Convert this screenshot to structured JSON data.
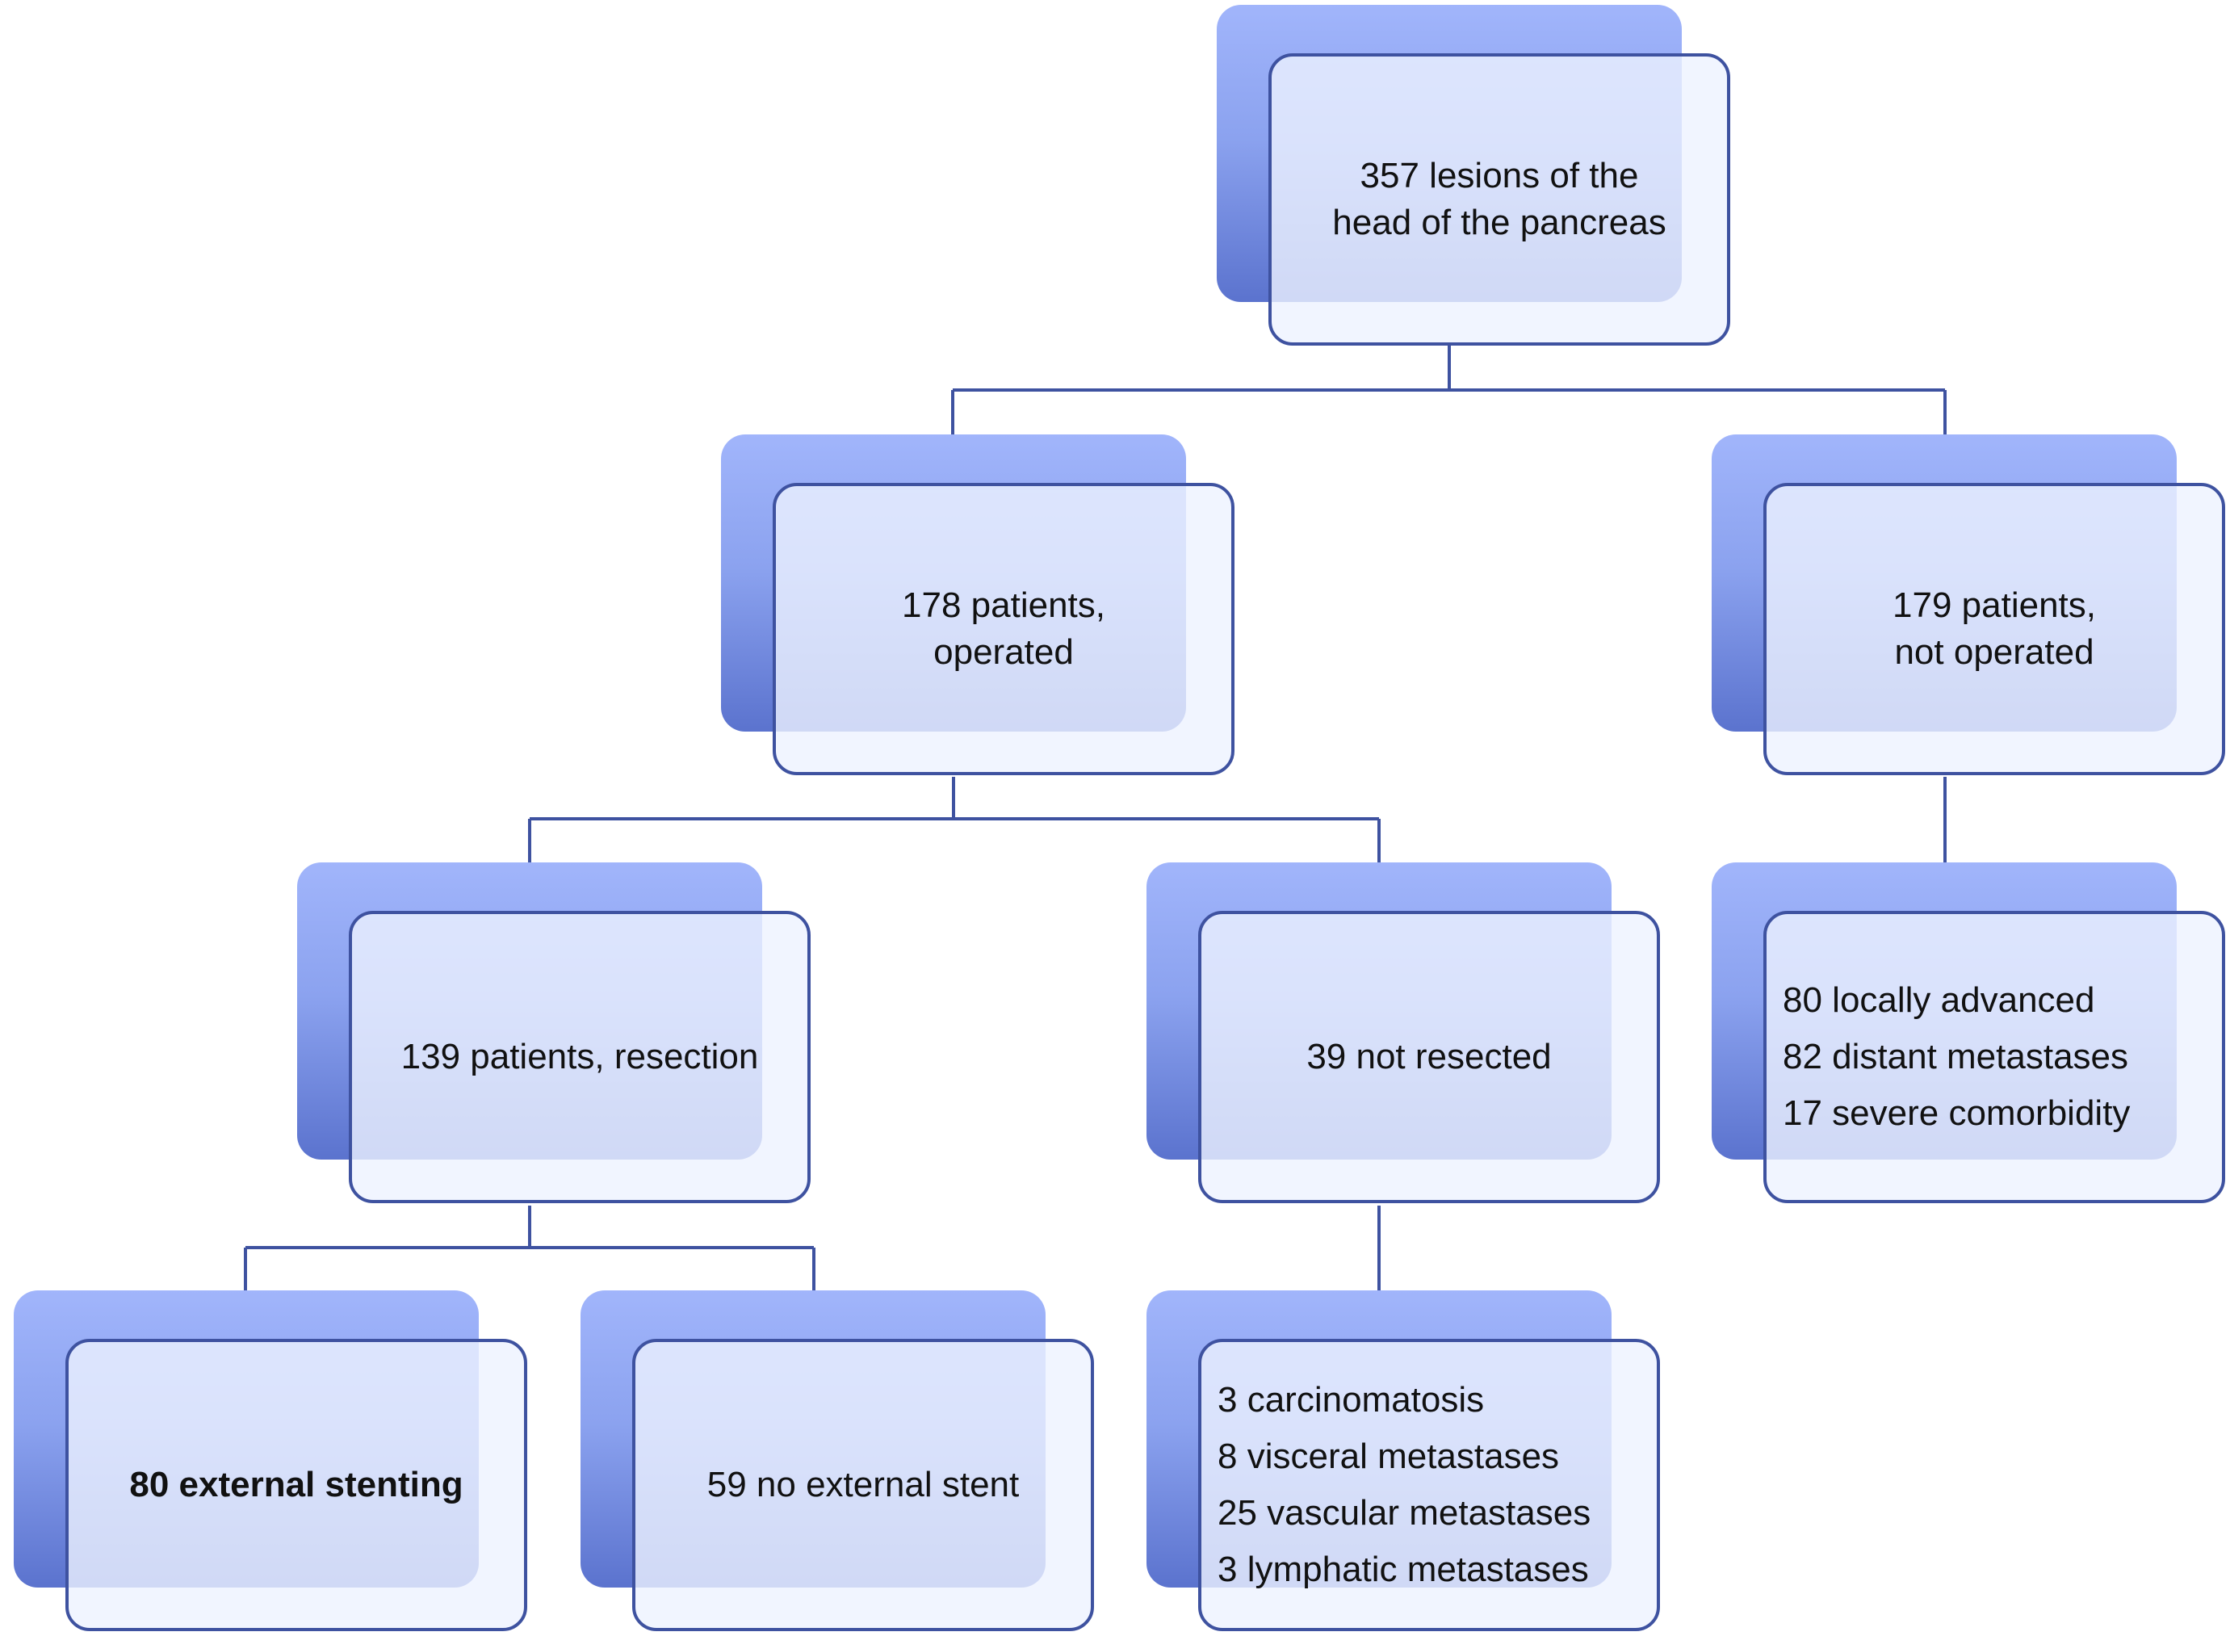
{
  "diagram": {
    "root": {
      "lines": [
        "357 lesions of the",
        "head of the pancreas"
      ]
    },
    "operated": {
      "lines": [
        "178 patients,",
        "operated"
      ]
    },
    "not_operated": {
      "lines": [
        "179 patients,",
        "not operated"
      ]
    },
    "resection": {
      "lines": [
        "139 patients, resection"
      ]
    },
    "not_resected": {
      "lines": [
        "39 not resected"
      ]
    },
    "not_operated_reasons": {
      "lines": [
        "80 locally advanced",
        "82 distant metastases",
        "17 severe comorbidity"
      ]
    },
    "external_stenting": {
      "lines": [
        "80 external stenting"
      ]
    },
    "no_external_stent": {
      "lines": [
        "59 no external stent"
      ]
    },
    "not_resected_reasons": {
      "lines": [
        "3 carcinomatosis",
        "8 visceral metastases",
        "25 vascular metastases",
        "3 lymphatic metastases"
      ]
    }
  },
  "colors": {
    "connector": "#3e52a0",
    "box_border": "#3e52a0",
    "back_gradient_top": "#a1b5fb",
    "back_gradient_bottom": "#5b73ce",
    "front_fill": "#eef2ff"
  }
}
